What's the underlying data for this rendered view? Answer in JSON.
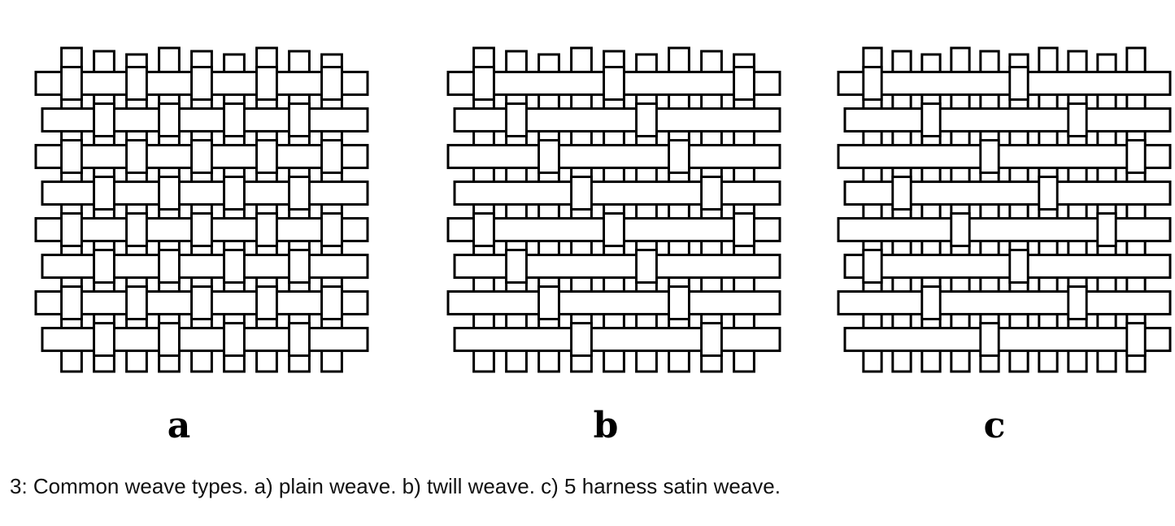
{
  "figure": {
    "panels": [
      {
        "id": "a",
        "label": "a",
        "weave": "plain weave",
        "float": 1,
        "shift": 1,
        "columns": 9,
        "rows": 8
      },
      {
        "id": "b",
        "label": "b",
        "weave": "twill weave",
        "float": 3,
        "shift": 1,
        "columns": 9,
        "rows": 8
      },
      {
        "id": "c",
        "label": "c",
        "weave": "5 harness satin weave",
        "float": 4,
        "shift": 2,
        "columns": 10,
        "rows": 8
      }
    ],
    "caption": "3: Common weave types. a) plain weave. b) twill weave. c) 5 harness satin weave.",
    "colors": {
      "line": "#000000",
      "fill": "#ffffff"
    }
  }
}
